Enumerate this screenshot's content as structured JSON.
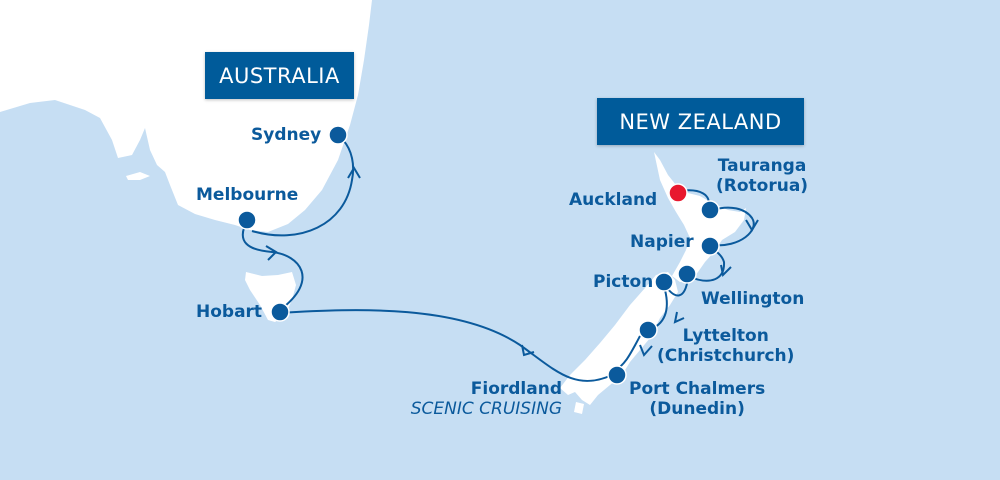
{
  "regions": {
    "australia": "AUSTRALIA",
    "new_zealand": "NEW ZEALAND"
  },
  "ports": {
    "sydney": "Sydney",
    "melbourne": "Melbourne",
    "hobart": "Hobart",
    "auckland": "Auckland",
    "tauranga": "Tauranga",
    "tauranga_sub": "(Rotorua)",
    "napier": "Napier",
    "wellington": "Wellington",
    "picton": "Picton",
    "lyttelton": "Lyttelton",
    "lyttelton_sub": "(Christchurch)",
    "port_chalmers": "Port Chalmers",
    "port_chalmers_sub": "(Dunedin)",
    "fiordland": "Fiordland",
    "fiordland_sub": "SCENIC CRUISING"
  },
  "colors": {
    "ocean": "#c6def3",
    "land": "#ffffff",
    "route": "#0b5a9c",
    "start_port": "#e8182e",
    "label_bg": "#005b9a"
  }
}
